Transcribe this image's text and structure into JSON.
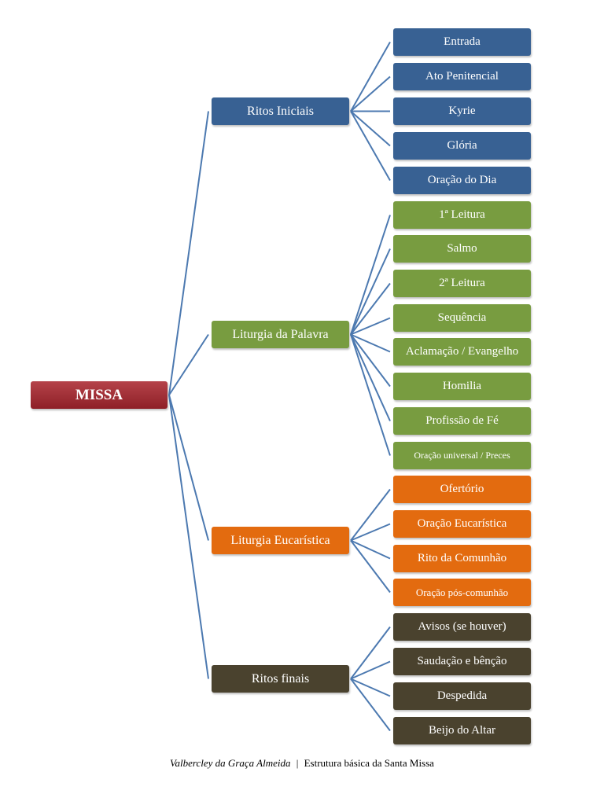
{
  "root": {
    "label": "MISSA"
  },
  "groups": [
    {
      "id": "ritos-iniciais",
      "label": "Ritos Iniciais",
      "color": "#386193",
      "items": [
        "Entrada",
        "Ato Penitencial",
        "Kyrie",
        "Glória",
        "Oração do Dia"
      ]
    },
    {
      "id": "liturgia-palavra",
      "label": "Liturgia da Palavra",
      "color": "#789c40",
      "items": [
        "1ª Leitura",
        "Salmo",
        "2ª Leitura",
        "Sequência",
        "Aclamação / Evangelho",
        "Homilia",
        "Profissão de Fé",
        "Oração universal / Preces"
      ]
    },
    {
      "id": "liturgia-eucaristica",
      "label": "Liturgia Eucarística",
      "color": "#e36b0f",
      "items": [
        "Ofertório",
        "Oração Eucarística",
        "Rito da Comunhão",
        "Oração pós-comunhão"
      ]
    },
    {
      "id": "ritos-finais",
      "label": "Ritos finais",
      "color": "#4a422e",
      "items": [
        "Avisos (se houver)",
        "Saudação e bênção",
        "Despedida",
        "Beijo do Altar"
      ]
    }
  ],
  "footer": {
    "author": "Valbercley da Graça Almeida",
    "separator": "|",
    "title": "Estrutura básica da Santa Missa"
  }
}
